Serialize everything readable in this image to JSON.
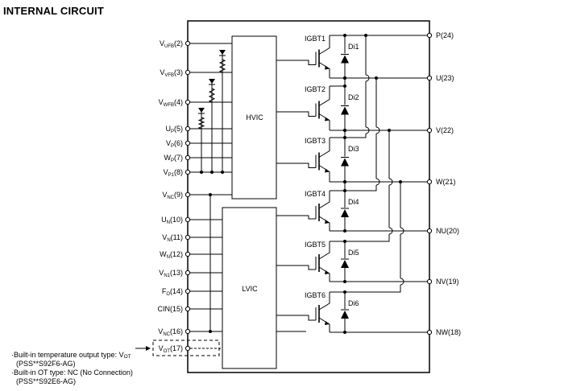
{
  "title": "INTERNAL CIRCUIT",
  "blocks": {
    "hvic": "HVIC",
    "lvic": "LVIC"
  },
  "left_pins": [
    {
      "main": "V",
      "sub": "UFB",
      "num": "(2)"
    },
    {
      "main": "V",
      "sub": "VFB",
      "num": "(3)"
    },
    {
      "main": "V",
      "sub": "WFB",
      "num": "(4)"
    },
    {
      "main": "U",
      "sub": "P",
      "num": "(5)"
    },
    {
      "main": "V",
      "sub": "P",
      "num": "(6)"
    },
    {
      "main": "W",
      "sub": "P",
      "num": "(7)"
    },
    {
      "main": "V",
      "sub": "P1",
      "num": "(8)"
    },
    {
      "main": "V",
      "sub": "NC",
      "num": "(9)"
    },
    {
      "main": "U",
      "sub": "N",
      "num": "(10)"
    },
    {
      "main": "V",
      "sub": "N",
      "num": "(11)"
    },
    {
      "main": "W",
      "sub": "N",
      "num": "(12)"
    },
    {
      "main": "V",
      "sub": "N1",
      "num": "(13)"
    },
    {
      "main": "F",
      "sub": "O",
      "num": "(14)"
    },
    {
      "main": "CIN",
      "sub": "",
      "num": "(15)"
    },
    {
      "main": "V",
      "sub": "NC",
      "num": "(16)"
    },
    {
      "main": "V",
      "sub": "OT",
      "num": "(17)"
    }
  ],
  "right_pins": [
    "P(24)",
    "U(23)",
    "V(22)",
    "W(21)",
    "NU(20)",
    "NV(19)",
    "NW(18)"
  ],
  "igbts": [
    "IGBT1",
    "IGBT2",
    "IGBT3",
    "IGBT4",
    "IGBT5",
    "IGBT6"
  ],
  "diodes": [
    "Di1",
    "Di2",
    "Di3",
    "Di4",
    "Di5",
    "Di6"
  ],
  "notes": {
    "line1_prefix": "·Built-in temperature output type: V",
    "line1_sub": "OT",
    "line2": "(PSS**S92F6-AG)",
    "line3": "·Built-in OT type: NC (No Connection)",
    "line4": "(PSS**S92E6-AG)"
  }
}
